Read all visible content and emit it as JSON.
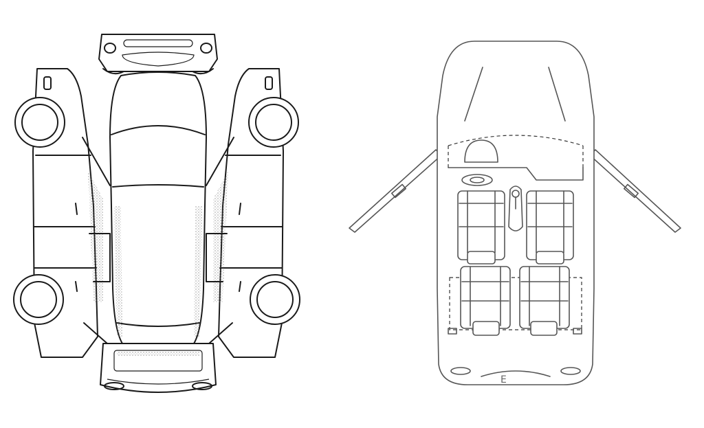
{
  "diagram": {
    "views": [
      {
        "name": "exploded-exterior-top-view",
        "parts": [
          "hood",
          "front-bumper",
          "roof",
          "windshield",
          "rear-window",
          "trunk-lid",
          "rear-bumper",
          "left-front-door",
          "left-rear-door",
          "right-front-door",
          "right-rear-door",
          "left-front-wheel",
          "left-rear-wheel",
          "right-front-wheel",
          "right-rear-wheel"
        ]
      },
      {
        "name": "interior-top-view",
        "parts": [
          "dashboard",
          "steering-wheel",
          "gear-shifter",
          "driver-seat",
          "passenger-seat",
          "rear-left-seat",
          "rear-right-seat",
          "left-door-open",
          "right-door-open"
        ]
      }
    ],
    "tailgate_glyph": "E"
  },
  "colors": {
    "line": "#1a1a1a",
    "interior_line": "#555555",
    "background": "#ffffff"
  }
}
